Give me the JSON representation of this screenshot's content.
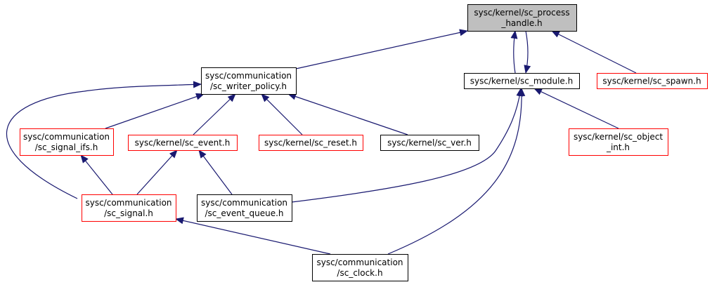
{
  "colors": {
    "edge": "#191970",
    "border_black": "#000000",
    "border_red": "#ff0000",
    "root_fill": "#bfbfbf",
    "node_fill": "#ffffff"
  },
  "nodes": [
    {
      "id": "process_handle",
      "lines": [
        "sysc/kernel/sc_process",
        "_handle.h"
      ],
      "style": "root"
    },
    {
      "id": "writer_policy",
      "lines": [
        "sysc/communication",
        "/sc_writer_policy.h"
      ],
      "style": "black"
    },
    {
      "id": "module",
      "lines": [
        "sysc/kernel/sc_module.h"
      ],
      "style": "black"
    },
    {
      "id": "spawn",
      "lines": [
        "sysc/kernel/sc_spawn.h"
      ],
      "style": "red"
    },
    {
      "id": "signal_ifs",
      "lines": [
        "sysc/communication",
        "/sc_signal_ifs.h"
      ],
      "style": "red"
    },
    {
      "id": "event",
      "lines": [
        "sysc/kernel/sc_event.h"
      ],
      "style": "red"
    },
    {
      "id": "reset",
      "lines": [
        "sysc/kernel/sc_reset.h"
      ],
      "style": "red"
    },
    {
      "id": "ver",
      "lines": [
        "sysc/kernel/sc_ver.h"
      ],
      "style": "black"
    },
    {
      "id": "object_int",
      "lines": [
        "sysc/kernel/sc_object",
        "_int.h"
      ],
      "style": "red"
    },
    {
      "id": "signal",
      "lines": [
        "sysc/communication",
        "/sc_signal.h"
      ],
      "style": "red"
    },
    {
      "id": "event_queue",
      "lines": [
        "sysc/communication",
        "/sc_event_queue.h"
      ],
      "style": "black"
    },
    {
      "id": "clock",
      "lines": [
        "sysc/communication",
        "/sc_clock.h"
      ],
      "style": "black"
    }
  ],
  "edges": [
    {
      "from": "writer_policy",
      "to": "process_handle"
    },
    {
      "from": "module",
      "to": "process_handle"
    },
    {
      "from": "process_handle",
      "to": "module"
    },
    {
      "from": "spawn",
      "to": "process_handle"
    },
    {
      "from": "signal_ifs",
      "to": "writer_policy"
    },
    {
      "from": "event",
      "to": "writer_policy"
    },
    {
      "from": "reset",
      "to": "writer_policy"
    },
    {
      "from": "ver",
      "to": "writer_policy"
    },
    {
      "from": "signal",
      "to": "writer_policy"
    },
    {
      "from": "signal",
      "to": "signal_ifs"
    },
    {
      "from": "signal",
      "to": "event"
    },
    {
      "from": "event_queue",
      "to": "event"
    },
    {
      "from": "event_queue",
      "to": "module"
    },
    {
      "from": "object_int",
      "to": "module"
    },
    {
      "from": "clock",
      "to": "module"
    },
    {
      "from": "clock",
      "to": "signal"
    }
  ]
}
